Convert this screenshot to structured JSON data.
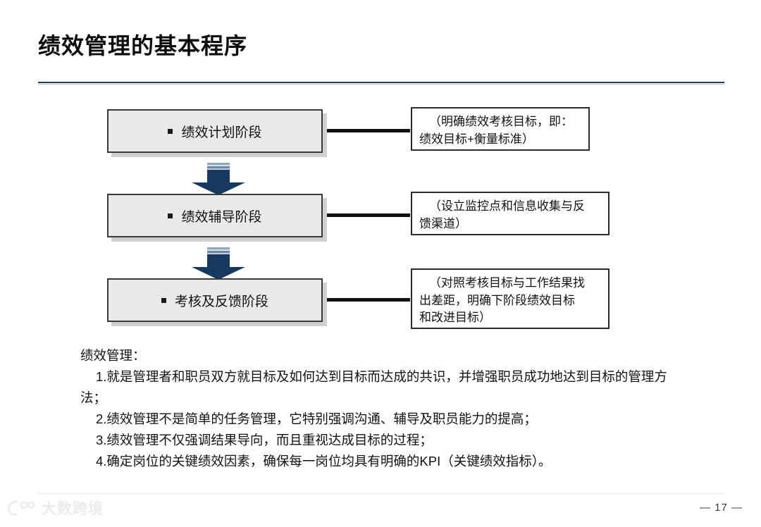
{
  "slide": {
    "title": "绩效管理的基本程序",
    "page_number": "— 17 —",
    "accent_color": "#1f3864",
    "arrow_color": "#17395e",
    "box_fill_color": "#e9e9e9"
  },
  "diagram": {
    "stages": [
      {
        "label": "绩效计划阶段",
        "bullet": "square-bullet"
      },
      {
        "label": "绩效辅导阶段",
        "bullet": "square-bullet"
      },
      {
        "label": "考核及反馈阶段",
        "bullet": "square-bullet"
      }
    ],
    "callouts": [
      {
        "lines": [
          "（明确绩效考核目标，即：",
          "绩效目标+衡量标准）"
        ]
      },
      {
        "lines": [
          "（设立监控点和信息收集与反",
          "馈渠道）"
        ]
      },
      {
        "lines": [
          "（对照考核目标与工作结果找",
          "出差距，明确下阶段绩效目标",
          "和改进目标）"
        ]
      }
    ]
  },
  "body": {
    "heading": "绩效管理：",
    "items": [
      "1.就是管理者和职员双方就目标及如何达到目标而达成的共识，并增强职员成功地达到目标的管理方法；",
      "2.绩效管理不是简单的任务管理，它特别强调沟通、辅导及职员能力的提高；",
      "3.绩效管理不仅强调结果导向，而且重视达成目标的过程；",
      "4.确定岗位的关键绩效因素，确保每一岗位均具有明确的KPI（关键绩效指标）。"
    ]
  },
  "footer": {
    "watermark_text": "大数跨境",
    "watermark_icon": "logo-mark-icon"
  }
}
